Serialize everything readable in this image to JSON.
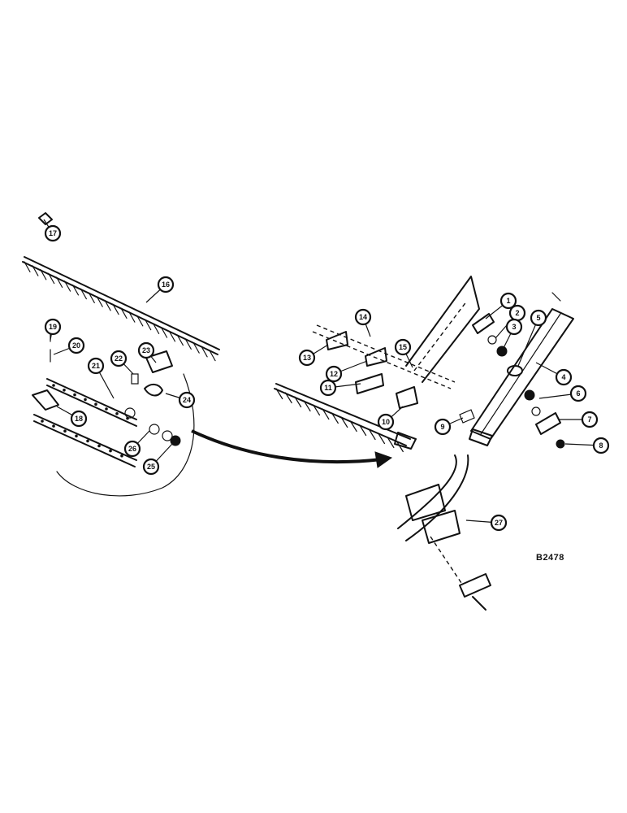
{
  "drawing_code": "B2478",
  "callouts": [
    "1",
    "2",
    "3",
    "4",
    "5",
    "6",
    "7",
    "8",
    "9",
    "10",
    "11",
    "12",
    "13",
    "14",
    "15",
    "16",
    "17",
    "18",
    "19",
    "20",
    "21",
    "22",
    "23",
    "24",
    "25",
    "26",
    "27"
  ],
  "colors": {
    "ink": "#111111",
    "paper": "#ffffff"
  }
}
